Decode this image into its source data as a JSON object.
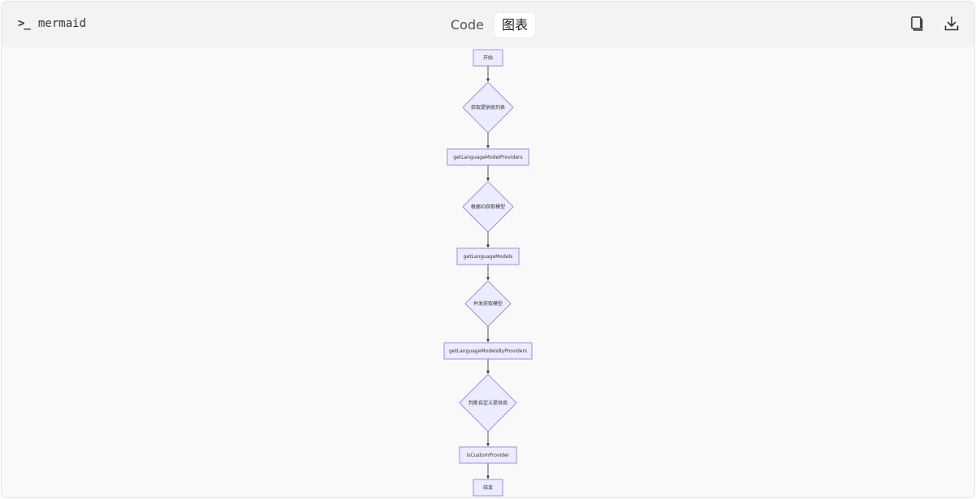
{
  "header": {
    "language": "mermaid",
    "tabs": [
      {
        "label": "Code",
        "active": false
      },
      {
        "label": "图表",
        "active": true
      }
    ],
    "actions": {
      "copy_icon": "copy-icon",
      "download_icon": "download-icon"
    }
  },
  "diagram": {
    "type": "flowchart",
    "direction": "TD",
    "colors": {
      "node_fill": "#ECECFF",
      "node_stroke": "#9370DB",
      "edge": "#333333"
    },
    "nodes": [
      {
        "id": "start",
        "shape": "rect",
        "label": "开始"
      },
      {
        "id": "getProviderList",
        "shape": "diamond",
        "label": "获取提供商列表"
      },
      {
        "id": "getLanguageModelProviders",
        "shape": "rect",
        "label": "getLanguageModelProviders"
      },
      {
        "id": "getModelById",
        "shape": "diamond",
        "label": "根据ID获取模型"
      },
      {
        "id": "getLanguageModels",
        "shape": "rect",
        "label": "getLanguageModels"
      },
      {
        "id": "concurrentGetModels",
        "shape": "diamond",
        "label": "并发获取模型"
      },
      {
        "id": "getLanguageModelsByProviders",
        "shape": "rect",
        "label": "getLanguageModelsByProviders"
      },
      {
        "id": "checkCustomProvider",
        "shape": "diamond",
        "label": "判断自定义提供商"
      },
      {
        "id": "isCustomProvider",
        "shape": "rect",
        "label": "isCustomProvider"
      },
      {
        "id": "end",
        "shape": "rect",
        "label": "结束"
      }
    ]
  }
}
